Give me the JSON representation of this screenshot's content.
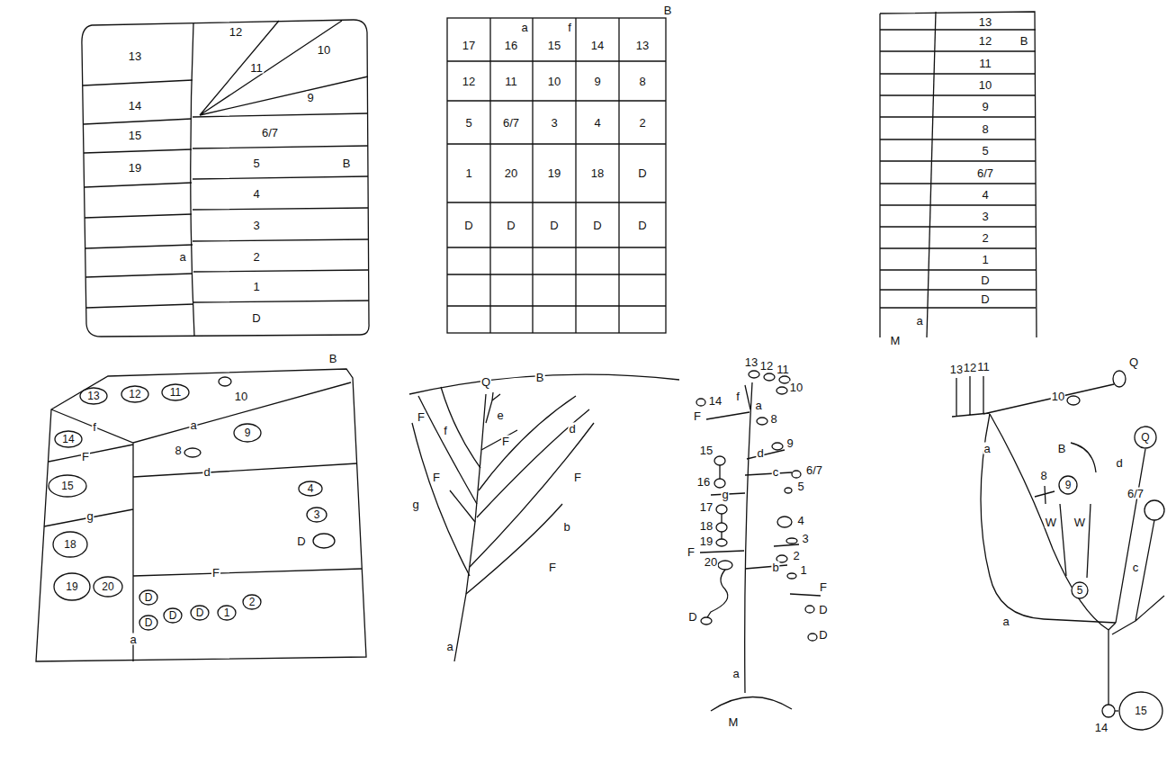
{
  "diagram": {
    "nodes": [
      {
        "text": [
          "13"
        ]
      },
      {
        "text": [
          "12"
        ]
      },
      {
        "text": [
          "11"
        ]
      },
      {
        "text": [
          "14"
        ]
      },
      {
        "text": [
          "9"
        ]
      },
      {
        "text": [
          "4"
        ]
      },
      {
        "text": [
          "3"
        ]
      },
      {
        "text": [
          "15"
        ]
      },
      {
        "text": [
          "18"
        ]
      },
      {
        "text": [
          "19"
        ]
      },
      {
        "text": [
          "20"
        ]
      },
      {
        "text": [
          "D"
        ]
      },
      {
        "text": [
          "D"
        ]
      },
      {
        "text": [
          "D"
        ]
      },
      {
        "text": [
          "D"
        ]
      },
      {
        "text": [
          "1"
        ]
      },
      {
        "text": [
          "2"
        ]
      },
      {
        "text": [
          "Q"
        ]
      },
      {
        "text": [
          "9"
        ]
      },
      {
        "text": [
          "5"
        ]
      },
      {
        "text": [
          "15"
        ]
      }
    ],
    "labels": [
      "13",
      "14",
      "15",
      "19",
      "12",
      "11",
      "10",
      "9",
      "6/7",
      "5",
      "B",
      "4",
      "3",
      "a",
      "2",
      "1",
      "D",
      "a",
      "f",
      "B",
      "17",
      "16",
      "15",
      "14",
      "13",
      "12",
      "11",
      "10",
      "9",
      "8",
      "5",
      "6/7",
      "3",
      "4",
      "2",
      "1",
      "20",
      "19",
      "18",
      "D",
      "D",
      "D",
      "D",
      "D",
      "D",
      "13",
      "12",
      "B",
      "11",
      "10",
      "9",
      "8",
      "5",
      "6/7",
      "4",
      "3",
      "2",
      "1",
      "D",
      "D",
      "a",
      "M",
      "B",
      "10",
      "f",
      "a",
      "8",
      "F",
      "d",
      "g",
      "D",
      "F",
      "a",
      "Q",
      "B",
      "F",
      "f",
      "e",
      "F",
      "d",
      "F",
      "F",
      "g",
      "b",
      "F",
      "a",
      "13",
      "12",
      "11",
      "14",
      "f",
      "10",
      "F",
      "a",
      "8",
      "9",
      "15",
      "d",
      "6/7",
      "16",
      "c",
      "g",
      "5",
      "17",
      "4",
      "18",
      "19",
      "3",
      "F",
      "2",
      "20",
      "b",
      "1",
      "F",
      "D",
      "D",
      "D",
      "a",
      "M",
      "13",
      "12",
      "11",
      "Q",
      "10",
      "a",
      "B",
      "d",
      "8",
      "6/7",
      "W",
      "W",
      "c",
      "a",
      "14"
    ]
  }
}
